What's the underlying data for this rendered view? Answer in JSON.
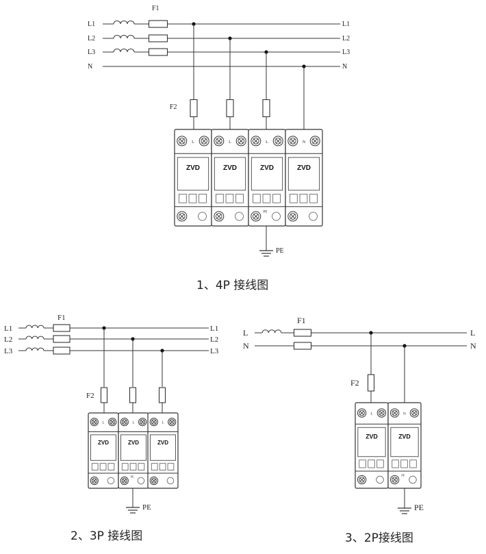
{
  "diagram_4p": {
    "lines": [
      "L1",
      "L2",
      "L3",
      "N"
    ],
    "fuse1": "F1",
    "fuse2": "F2",
    "modules": [
      {
        "brand": "ZVD",
        "mark": "L",
        "pe": ""
      },
      {
        "brand": "ZVD",
        "mark": "L",
        "pe": ""
      },
      {
        "brand": "ZVD",
        "mark": "L",
        "pe": "PE"
      },
      {
        "brand": "ZVD",
        "mark": "N",
        "pe": ""
      }
    ],
    "ground": "PE",
    "caption": "1、4P 接线图"
  },
  "diagram_3p": {
    "lines": [
      "L1",
      "L2",
      "L3"
    ],
    "fuse1": "F1",
    "fuse2": "F2",
    "modules": [
      {
        "brand": "ZVD",
        "mark": "L",
        "pe": ""
      },
      {
        "brand": "ZVD",
        "mark": "L",
        "pe": "PE"
      },
      {
        "brand": "ZVD",
        "mark": "L",
        "pe": ""
      }
    ],
    "ground": "PE",
    "caption": "2、3P 接线图"
  },
  "diagram_2p": {
    "lines": [
      "L",
      "N"
    ],
    "fuse1": "F1",
    "fuse2": "F2",
    "modules": [
      {
        "brand": "ZVD",
        "mark": "L",
        "pe": ""
      },
      {
        "brand": "ZVD",
        "mark": "N",
        "pe": "PE"
      }
    ],
    "ground": "PE",
    "caption": "3、2P接线图"
  }
}
